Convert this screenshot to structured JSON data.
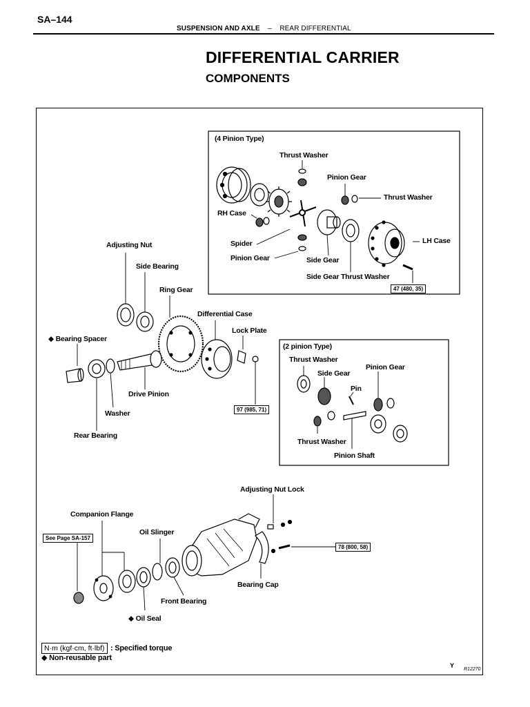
{
  "header": {
    "page_number": "SA–144",
    "section": "SUSPENSION AND AXLE",
    "separator": "–",
    "subsection": "REAR DIFFERENTIAL"
  },
  "title": "DIFFERENTIAL CARRIER",
  "subtitle": "COMPONENTS",
  "inset_4_pinion": {
    "heading": "(4 Pinion Type)",
    "thrust_washer_top": "Thrust Washer",
    "pinion_gear_top": "Pinion Gear",
    "thrust_washer_right": "Thrust Washer",
    "rh_case": "RH Case",
    "lh_case": "LH Case",
    "spider": "Spider",
    "pinion_gear_bottom": "Pinion Gear",
    "side_gear": "Side Gear",
    "side_gear_thrust_washer": "Side Gear Thrust Washer",
    "torque": "47 (480, 35)"
  },
  "inset_2_pinion": {
    "heading": "(2 pinion Type)",
    "thrust_washer_top": "Thrust Washer",
    "side_gear": "Side Gear",
    "pinion_gear": "Pinion Gear",
    "pin": "Pin",
    "thrust_washer_bottom": "Thrust Washer",
    "pinion_shaft": "Pinion Shaft"
  },
  "main_labels": {
    "adjusting_nut": "Adjusting Nut",
    "side_bearing": "Side Bearing",
    "ring_gear": "Ring Gear",
    "differential_case": "Differential Case",
    "lock_plate": "Lock Plate",
    "bearing_spacer": "Bearing Spacer",
    "drive_pinion": "Drive Pinion",
    "washer": "Washer",
    "rear_bearing": "Rear Bearing",
    "torque_lock_plate": "97 (985, 71)",
    "adjusting_nut_lock": "Adjusting Nut Lock",
    "companion_flange": "Companion Flange",
    "oil_slinger": "Oil Slinger",
    "see_page": "See Page SA-157",
    "torque_bearing_cap": "78 (800, 58)",
    "bearing_cap": "Bearing Cap",
    "front_bearing": "Front Bearing",
    "oil_seal": "Oil Seal"
  },
  "legend": {
    "units": "N·m (kgf·cm, ft·lbf)",
    "specified_torque": ": Specified torque",
    "non_reusable": "Non-reusable part"
  },
  "corner": {
    "mark": "Y",
    "figure_code": "R12270"
  }
}
